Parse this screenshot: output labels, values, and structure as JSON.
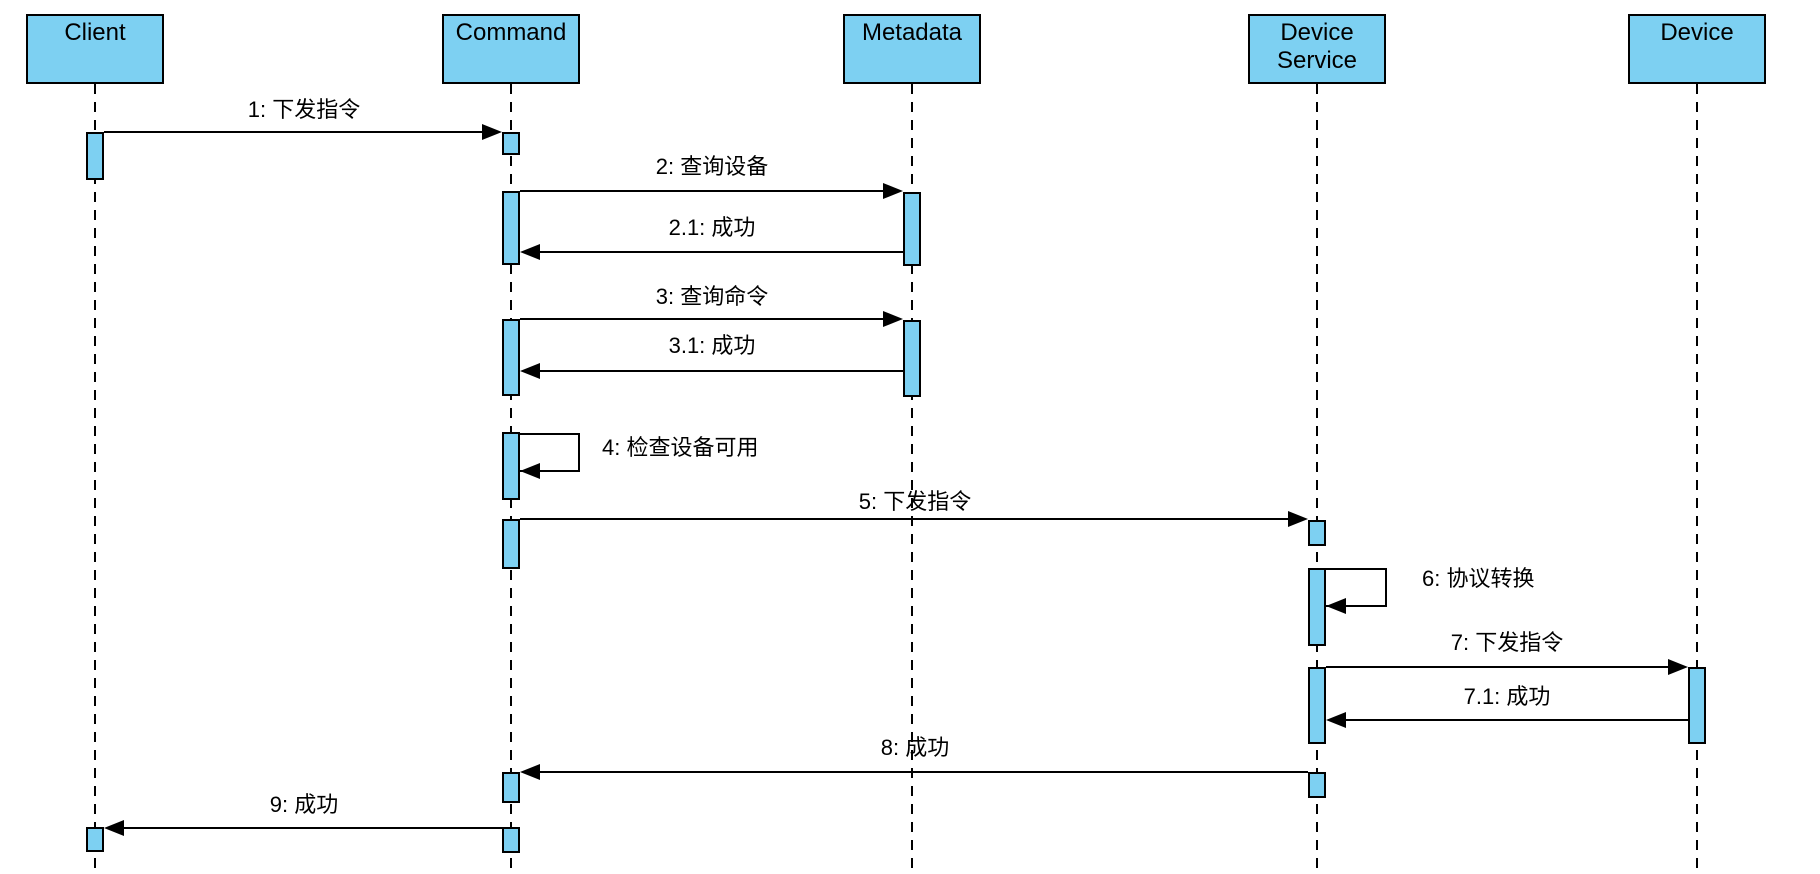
{
  "diagram": {
    "type": "uml-sequence-diagram",
    "background_color": "#ffffff",
    "actor_fill_color": "#7dd0f2",
    "stroke_color": "#000000",
    "text_color": "#000000",
    "actors": [
      {
        "name": "Client"
      },
      {
        "name": "Command"
      },
      {
        "name": "Metadata"
      },
      {
        "name": "Device Service"
      },
      {
        "name": "Device"
      }
    ],
    "messages": [
      {
        "seq": "1",
        "label": "1: 下发指令",
        "from": "Client",
        "to": "Command",
        "kind": "call"
      },
      {
        "seq": "2",
        "label": "2: 查询设备",
        "from": "Command",
        "to": "Metadata",
        "kind": "call"
      },
      {
        "seq": "2.1",
        "label": "2.1: 成功",
        "from": "Metadata",
        "to": "Command",
        "kind": "return"
      },
      {
        "seq": "3",
        "label": "3: 查询命令",
        "from": "Command",
        "to": "Metadata",
        "kind": "call"
      },
      {
        "seq": "3.1",
        "label": "3.1: 成功",
        "from": "Metadata",
        "to": "Command",
        "kind": "return"
      },
      {
        "seq": "4",
        "label": "4: 检查设备可用",
        "from": "Command",
        "to": "Command",
        "kind": "self"
      },
      {
        "seq": "5",
        "label": "5: 下发指令",
        "from": "Command",
        "to": "Device Service",
        "kind": "call"
      },
      {
        "seq": "6",
        "label": "6: 协议转换",
        "from": "Device Service",
        "to": "Device Service",
        "kind": "self"
      },
      {
        "seq": "7",
        "label": "7: 下发指令",
        "from": "Device Service",
        "to": "Device",
        "kind": "call"
      },
      {
        "seq": "7.1",
        "label": "7.1: 成功",
        "from": "Device",
        "to": "Device Service",
        "kind": "return"
      },
      {
        "seq": "8",
        "label": "8: 成功",
        "from": "Device Service",
        "to": "Command",
        "kind": "return"
      },
      {
        "seq": "9",
        "label": "9: 成功",
        "from": "Command",
        "to": "Client",
        "kind": "return"
      }
    ]
  }
}
